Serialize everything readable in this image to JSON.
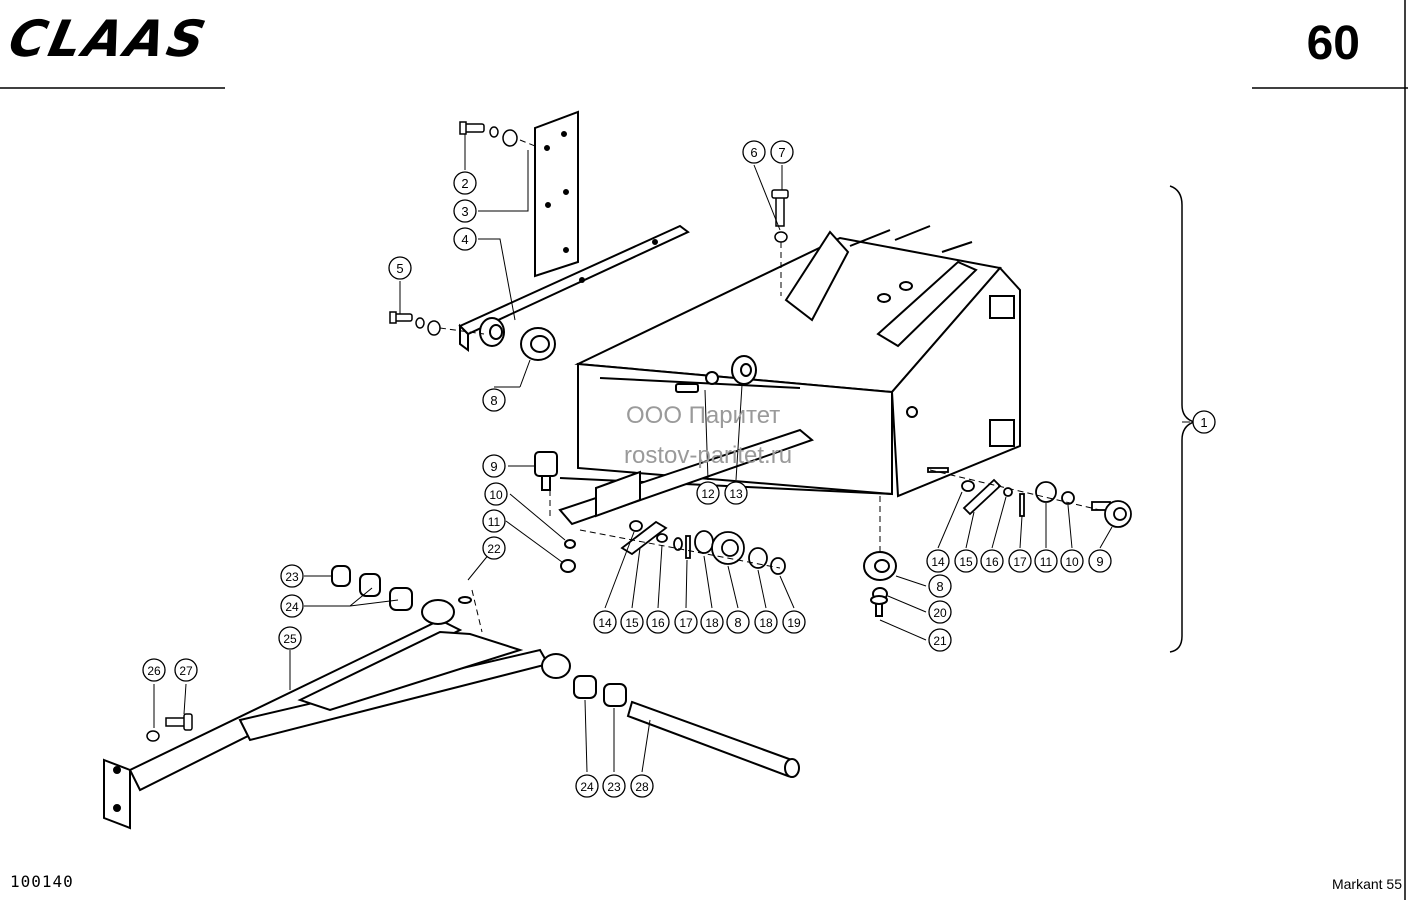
{
  "header": {
    "brand": "CLAAS",
    "page_number": "60"
  },
  "footer": {
    "doc_number": "100140",
    "model": "Markant 55"
  },
  "watermark": {
    "line1": "ООО Паритет",
    "line2": "rostov-paritet.ru"
  },
  "callouts": [
    {
      "id": "c1",
      "label": "1"
    },
    {
      "id": "c2",
      "label": "2"
    },
    {
      "id": "c3",
      "label": "3"
    },
    {
      "id": "c4",
      "label": "4"
    },
    {
      "id": "c5",
      "label": "5"
    },
    {
      "id": "c6",
      "label": "6"
    },
    {
      "id": "c7",
      "label": "7"
    },
    {
      "id": "c8a",
      "label": "8"
    },
    {
      "id": "c9a",
      "label": "9"
    },
    {
      "id": "c10a",
      "label": "10"
    },
    {
      "id": "c11a",
      "label": "11"
    },
    {
      "id": "c12",
      "label": "12"
    },
    {
      "id": "c13",
      "label": "13"
    },
    {
      "id": "c22",
      "label": "22"
    },
    {
      "id": "c23a",
      "label": "23"
    },
    {
      "id": "c24a",
      "label": "24"
    },
    {
      "id": "c25",
      "label": "25"
    },
    {
      "id": "c26",
      "label": "26"
    },
    {
      "id": "c27",
      "label": "27"
    },
    {
      "id": "c14a",
      "label": "14"
    },
    {
      "id": "c15a",
      "label": "15"
    },
    {
      "id": "c16a",
      "label": "16"
    },
    {
      "id": "c17a",
      "label": "17"
    },
    {
      "id": "c18a",
      "label": "18"
    },
    {
      "id": "c8b",
      "label": "8"
    },
    {
      "id": "c18b",
      "label": "18"
    },
    {
      "id": "c19",
      "label": "19"
    },
    {
      "id": "c24b",
      "label": "24"
    },
    {
      "id": "c23b",
      "label": "23"
    },
    {
      "id": "c28",
      "label": "28"
    },
    {
      "id": "c8c",
      "label": "8"
    },
    {
      "id": "c20",
      "label": "20"
    },
    {
      "id": "c21",
      "label": "21"
    },
    {
      "id": "c14b",
      "label": "14"
    },
    {
      "id": "c15b",
      "label": "15"
    },
    {
      "id": "c16b",
      "label": "16"
    },
    {
      "id": "c17b",
      "label": "17"
    },
    {
      "id": "c11b",
      "label": "11"
    },
    {
      "id": "c10b",
      "label": "10"
    },
    {
      "id": "c9b",
      "label": "9"
    }
  ]
}
